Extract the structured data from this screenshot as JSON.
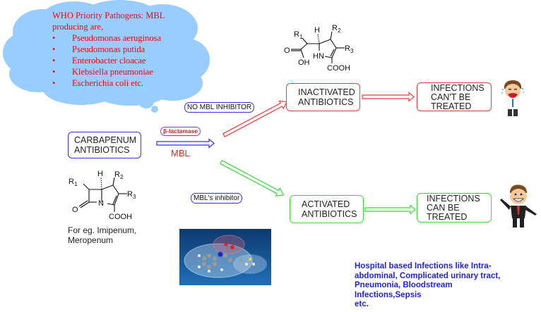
{
  "cloud": {
    "title_line1": "WHO Priority  Pathogens: MBL",
    "title_line2": "producing are,",
    "pathogens": [
      "Pseudomonas aeruginosa",
      "Pseudomonas putida",
      "Enterobacter cloacae",
      "Klebsiella pneumoniae",
      "Escherichia coli etc."
    ]
  },
  "carbapenum": {
    "line1": "CARBAPENUM",
    "line2": "ANTIBIOTICS"
  },
  "enzyme": {
    "badge": "β-lactamase",
    "label": "MBL"
  },
  "no_inhibitor_label": "NO MBL INHIBITOR",
  "inhibitor_label": "MBL's inhibitor",
  "inactivated": {
    "line1": "INACTIVATED",
    "line2": "ANTIBIOTICS"
  },
  "activated": {
    "line1": "ACTIVATED",
    "line2": "ANTIBIOTICS"
  },
  "cant_treat": {
    "line1": "INFECTIONS",
    "line2": "CAN'T BE",
    "line3": "TREATED"
  },
  "can_treat": {
    "line1": "INFECTIONS",
    "line2": "CAN BE",
    "line3": "TREATED"
  },
  "carbapenem_structure": {
    "r1": "R",
    "r1_sub": "1",
    "r2": "R",
    "r2_sub": "2",
    "r3": "R",
    "r3_sub": "3",
    "h": "H",
    "n": "N",
    "o": "O",
    "cooh": "COOH"
  },
  "hydrolyzed_structure": {
    "r1": "R",
    "r1_sub": "1",
    "r2": "R",
    "r2_sub": "2",
    "r3": "R",
    "r3_sub": "3",
    "h": "H",
    "hn": "HN",
    "o": "O",
    "oh": "OH",
    "cooh": "COOH"
  },
  "example_caption": {
    "line1": "For eg. Imipenum,",
    "line2": "Meropenum"
  },
  "hospital_infections": {
    "line1": "Hospital based Infections like Intra-",
    "line2": "abdominal, Complicated urinary tract,",
    "line3": "Pneumonia, Bloodstream",
    "line4": "Infections,Sepsis",
    "line5": "etc."
  },
  "colors": {
    "cloud": "#99ccff",
    "red": "#ff3333",
    "green": "#33dd33",
    "blue": "#3333ee",
    "purple": "#9933cc",
    "hospital_text": "#1f1fe6"
  }
}
